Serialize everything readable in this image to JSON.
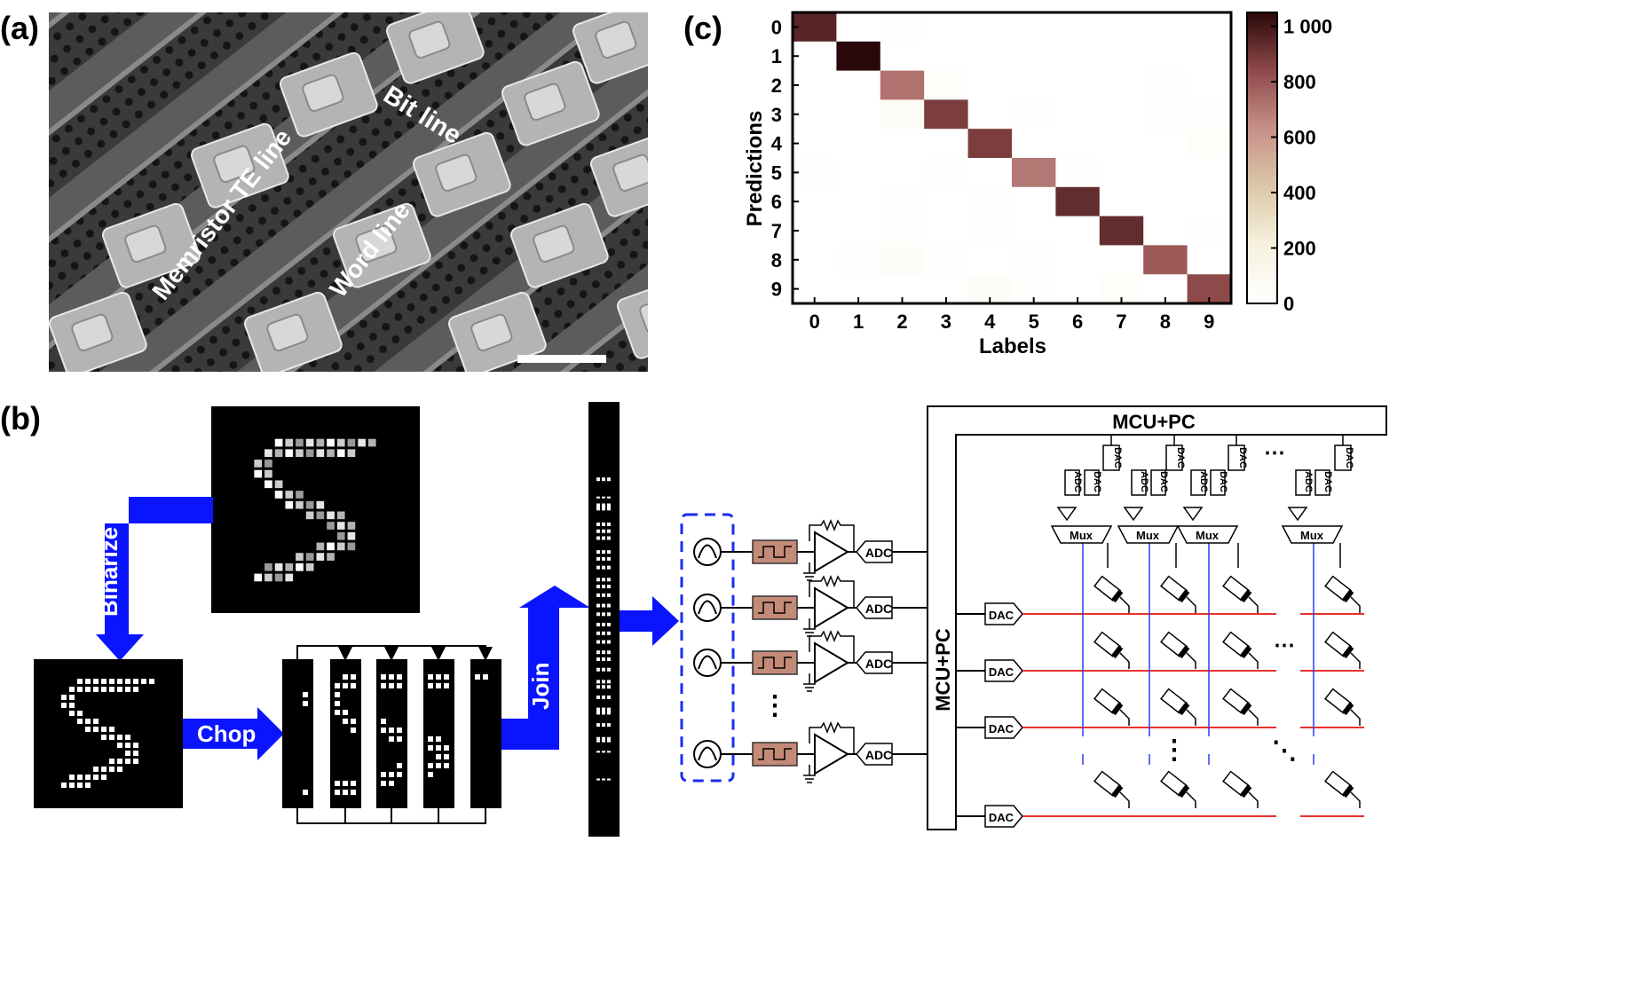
{
  "panels": {
    "a": {
      "label": "(a)",
      "annotations": {
        "bit_line": "Bit line",
        "te_line": "Memristor TE line",
        "word_line": "Word line"
      }
    },
    "b": {
      "label": "(b)",
      "steps": {
        "binarize": "Binarize",
        "chop": "Chop",
        "join": "Join"
      },
      "circuit": {
        "mcu_top": "MCU+PC",
        "mcu_side": "MCU+PC",
        "adc": "ADC",
        "dac": "DAC",
        "mux": "Mux",
        "vdots": "⋮",
        "hdots": "⋯",
        "ddots": "⋱"
      }
    },
    "c": {
      "label": "(c)"
    }
  },
  "colors": {
    "arrow_blue": "#0a14ff",
    "row_red": "#e8302c",
    "col_blue": "#2a3df0",
    "filter_brown": "#c48a78",
    "dashed_box": "#1b2cf0"
  },
  "chart_data": {
    "type": "heatmap",
    "title": "",
    "xlabel": "Labels",
    "ylabel": "Predictions",
    "x": [
      "0",
      "1",
      "2",
      "3",
      "4",
      "5",
      "6",
      "7",
      "8",
      "9"
    ],
    "y": [
      "0",
      "1",
      "2",
      "3",
      "4",
      "5",
      "6",
      "7",
      "8",
      "9"
    ],
    "colorbar": {
      "min": 0,
      "max": 1050,
      "ticks": [
        "0",
        "200",
        "400",
        "600",
        "800",
        "1 000"
      ]
    },
    "diagonal": [
      955,
      1110,
      720,
      880,
      880,
      700,
      930,
      930,
      790,
      840
    ],
    "off_diagonal": [
      [
        0,
        2,
        20
      ],
      [
        0,
        3,
        5
      ],
      [
        0,
        6,
        5
      ],
      [
        1,
        8,
        5
      ],
      [
        2,
        0,
        5
      ],
      [
        2,
        3,
        30
      ],
      [
        2,
        8,
        10
      ],
      [
        3,
        2,
        60
      ],
      [
        3,
        5,
        20
      ],
      [
        3,
        8,
        25
      ],
      [
        3,
        9,
        10
      ],
      [
        4,
        2,
        5
      ],
      [
        4,
        9,
        30
      ],
      [
        5,
        0,
        10
      ],
      [
        5,
        3,
        15
      ],
      [
        5,
        6,
        10
      ],
      [
        6,
        2,
        20
      ],
      [
        6,
        0,
        5
      ],
      [
        6,
        4,
        10
      ],
      [
        7,
        2,
        10
      ],
      [
        7,
        4,
        10
      ],
      [
        7,
        9,
        20
      ],
      [
        8,
        1,
        10
      ],
      [
        8,
        2,
        40
      ],
      [
        8,
        3,
        10
      ],
      [
        8,
        5,
        15
      ],
      [
        9,
        4,
        50
      ],
      [
        9,
        5,
        15
      ],
      [
        9,
        7,
        30
      ]
    ]
  }
}
